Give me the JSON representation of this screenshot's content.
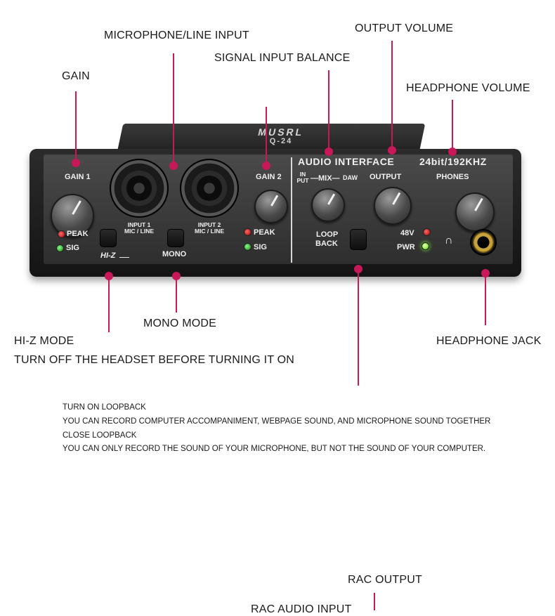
{
  "callouts": {
    "mic_line_input": "MICROPHONE/LINE INPUT",
    "output_volume": "OUTPUT VOLUME",
    "signal_input_balance": "SIGNAL INPUT BALANCE",
    "gain": "GAIN",
    "headphone_volume": "HEADPHONE VOLUME",
    "mono_mode": "MONO MODE",
    "hiz_mode": "HI-Z MODE",
    "headphone_jack": "HEADPHONE JACK",
    "headset_note": "TURN OFF THE HEADSET BEFORE TURNING IT ON",
    "rac_output": "RAC OUTPUT",
    "rac_audio_input": "RAC AUDIO INPUT"
  },
  "loopback_notes": [
    "TURN ON LOOPBACK",
    "YOU CAN RECORD COMPUTER ACCOMPANIMENT, WEBPAGE SOUND, AND MICROPHONE SOUND TOGETHER",
    "CLOSE LOOPBACK",
    "YOU CAN ONLY RECORD THE SOUND OF YOUR MICROPHONE, BUT NOT THE SOUND OF YOUR COMPUTER."
  ],
  "device": {
    "brand": "MUSRL",
    "model": "Q-24",
    "gain1": "GAIN 1",
    "gain2": "GAIN 2",
    "peak": "PEAK",
    "sig": "SIG",
    "input1": "INPUT 1",
    "input2": "INPUT 2",
    "mic_line": "MIC / LINE",
    "hiz": "HI-Z",
    "mono": "MONO",
    "audio_interface": "AUDIO INTERFACE",
    "spec": "24bit/192KHZ",
    "in": "IN",
    "put": "PUT",
    "mix": "—MIX—",
    "daw": "DAW",
    "output": "OUTPUT",
    "phones": "PHONES",
    "loop": "LOOP",
    "back": "BACK",
    "phantom": "48V",
    "pwr": "PWR"
  },
  "colors": {
    "accent": "#c8185a"
  },
  "icons": {
    "headphone": "headphone-icon"
  }
}
